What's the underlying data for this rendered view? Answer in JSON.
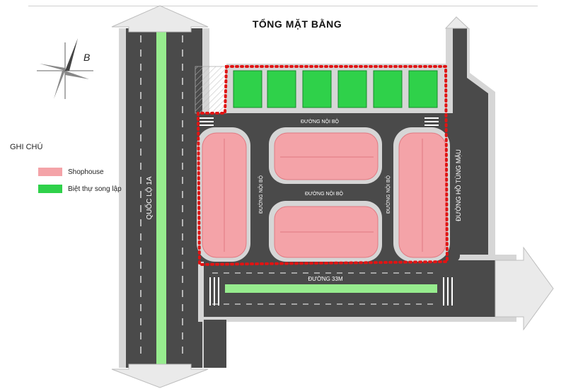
{
  "title": "TỔNG MẶT BẰNG",
  "compass_letter": "B",
  "legend": {
    "title": "GHI CHÚ",
    "items": [
      {
        "label": "Shophouse",
        "color": "#f4a3a8"
      },
      {
        "label": "Biệt thự song lập",
        "color": "#2fd14a"
      }
    ]
  },
  "roads": {
    "national_highway": "QUỐC LỘ 1A",
    "internal_top": "ĐƯỜNG NỘI BỘ",
    "internal_middle": "ĐƯỜNG NỘI BỘ",
    "internal_left_vertical": "ĐƯỜNG NỘI BỘ",
    "internal_right_vertical": "ĐƯỜNG NỘI BỘ",
    "street_right": "ĐƯỜNG HỒ TÙNG MẬU",
    "street_bottom": "ĐƯỜNG 33M"
  },
  "colors": {
    "road": "#4a4a4a",
    "sidewalk": "#d6d6d6",
    "median": "#97ec8e",
    "boundary": "#e01414"
  }
}
